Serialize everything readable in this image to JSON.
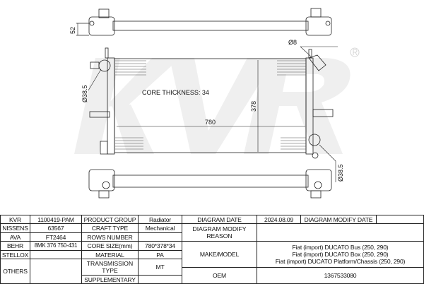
{
  "drawing": {
    "watermark": "KVR",
    "registered_mark": "R",
    "core_thickness_label": "CORE THICKNESS: 34",
    "dim_width": "780",
    "dim_height": "378",
    "dim_tank_height": "52",
    "dim_inlet_left": "Ø38.5",
    "dim_outlet_right": "Ø38.5",
    "dim_pin": "Ø8"
  },
  "table": {
    "kvr_label": "KVR",
    "kvr_value": "1100419-PAM",
    "nissens_label": "NISSENS",
    "nissens_value": "63567",
    "ava_label": "AVA",
    "ava_value": "FT2464",
    "behr_label": "BEHR",
    "behr_value": "8MK 376 750-431",
    "stellox_label": "STELLOX",
    "stellox_value": "",
    "others_label": "OTHERS",
    "others_value": "",
    "product_group_label": "PRODUCT GROUP",
    "product_group_value": "Radiator",
    "craft_type_label": "CRAFT TYPE",
    "craft_type_value": "Mechanical",
    "rows_number_label": "ROWS NUMBER",
    "rows_number_value": "",
    "core_size_label": "CORE SIZE(mm)",
    "core_size_value": "780*378*34",
    "material_label": "MATERIAL",
    "material_value": "PA",
    "transmission_label": "TRANSMISSION TYPE",
    "transmission_value": "MT",
    "supplementary_label": "SUPPLEMENTARY",
    "supplementary_value": "",
    "diagram_date_label": "DIAGRAM DATE",
    "diagram_date_value": "2024.08.09",
    "diagram_modify_date_label": "DIAGRAM MODIFY DATE",
    "diagram_modify_date_value": "",
    "modify_reason_label": "DIAGRAM MODIFY REASON",
    "modify_reason_value": "",
    "make_model_label": "MAKE/MODEL",
    "make_model_values": [
      "Fiat (import) DUCATO Bus (250, 290)",
      "Fiat (import) DUCATO Box (250, 290)",
      "Fiat (import) DUCATO Platform/Chassis (250, 290)"
    ],
    "oem_label": "OEM",
    "oem_value": "1367533080"
  }
}
